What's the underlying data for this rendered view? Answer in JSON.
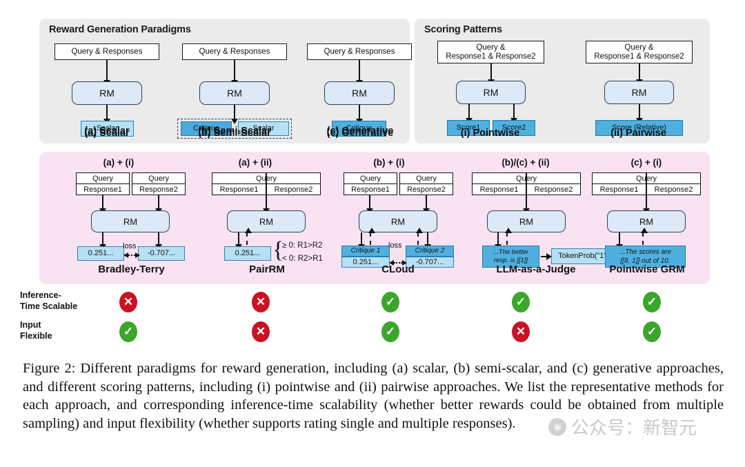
{
  "figure": {
    "panels": {
      "paradigms": {
        "title": "Reward Generation Paradigms",
        "columns": [
          {
            "input": "Query & Responses",
            "model": "RM",
            "output": "Scalar",
            "caption": "(a) Scalar"
          },
          {
            "input": "Query & Responses",
            "model": "RM",
            "output_a": "Critique",
            "output_b": "Scalar",
            "caption": "(b) Semi-Scalar"
          },
          {
            "input": "Query & Responses",
            "model": "RM",
            "output": "Critique",
            "caption": "(c) Generative"
          }
        ]
      },
      "scoring": {
        "title": "Scoring Patterns",
        "columns": [
          {
            "input_line1": "Query &",
            "input_line2": "Response1 & Response2",
            "model": "RM",
            "output_a": "Score1",
            "output_b": "Score2",
            "caption": "(i) Pointwise"
          },
          {
            "input_line1": "Query &",
            "input_line2": "Response1 & Response2",
            "model": "RM",
            "output": "Score (Relative)",
            "caption": "(ii) Pairwise"
          }
        ]
      },
      "methods": {
        "columns": [
          {
            "combo": "(a) + (i)",
            "name": "Bradley-Terry",
            "input_left_top": "Query",
            "input_left_bottom": "Response1",
            "input_right_top": "Query",
            "input_right_bottom": "Response2",
            "model": "RM",
            "out_left": "0.251...",
            "out_right": "-0.707...",
            "loss": "loss"
          },
          {
            "combo": "(a) + (ii)",
            "name": "PairRM",
            "input_top": "Query",
            "input_left": "Response1",
            "input_right": "Response2",
            "model": "RM",
            "out_left": "0.251...",
            "rule_top": "≥ 0: R1>R2",
            "rule_bottom": "< 0: R2>R1"
          },
          {
            "combo": "(b) + (i)",
            "name": "CLoud",
            "input_left_top": "Query",
            "input_left_bottom": "Response1",
            "input_right_top": "Query",
            "input_right_bottom": "Response2",
            "model": "RM",
            "critique_left": "Critique 1",
            "critique_right": "Critique 2",
            "out_left": "0.251...",
            "out_right": "-0.707...",
            "loss": "loss"
          },
          {
            "combo": "(b)/(c) + (ii)",
            "name": "LLM-as-a-Judge",
            "input_top": "Query",
            "input_left": "Response1",
            "input_right": "Response2",
            "model": "RM",
            "judgement_line1": "...The better",
            "judgement_line2": "resp. is [[1]]",
            "tokenprob": "TokenProb(\"1\")"
          },
          {
            "combo": "(c) + (i)",
            "name": "Pointwise GRM",
            "input_top": "Query",
            "input_left": "Response1",
            "input_right": "Response2",
            "model": "RM",
            "scores_line1": "...The scores are",
            "scores_line2": "[[8, 1]] out of 10."
          }
        ]
      }
    },
    "attribute_rows": [
      {
        "label_line1": "Inference-",
        "label_line2": "Time Scalable",
        "values": [
          "no",
          "no",
          "yes",
          "yes",
          "yes"
        ]
      },
      {
        "label_line1": "Input",
        "label_line2": "Flexible",
        "values": [
          "yes",
          "no",
          "yes",
          "no",
          "yes"
        ]
      }
    ],
    "marks": {
      "yes": "✓",
      "no": "✕"
    },
    "caption": "Figure 2: Different paradigms for reward generation, including (a) scalar, (b) semi-scalar, and (c) generative approaches, and different scoring patterns, including (i) pointwise and (ii) pairwise approaches. We list the representative methods for each approach, and corresponding inference-time scalability (whether better rewards could be obtained from multiple sampling) and input flexibility (whether supports rating single and multiple responses).",
    "watermark": {
      "text": "公众号：新智元",
      "icon": "◉"
    },
    "colors": {
      "panel_gray": "#ebebeb",
      "panel_pink": "#f9e3f3",
      "rm_fill": "#dde9f6",
      "light_blue": "#b6e0f4",
      "dark_blue": "#49aadd",
      "yes_green": "#3aa62a",
      "no_red": "#cc1122"
    }
  }
}
